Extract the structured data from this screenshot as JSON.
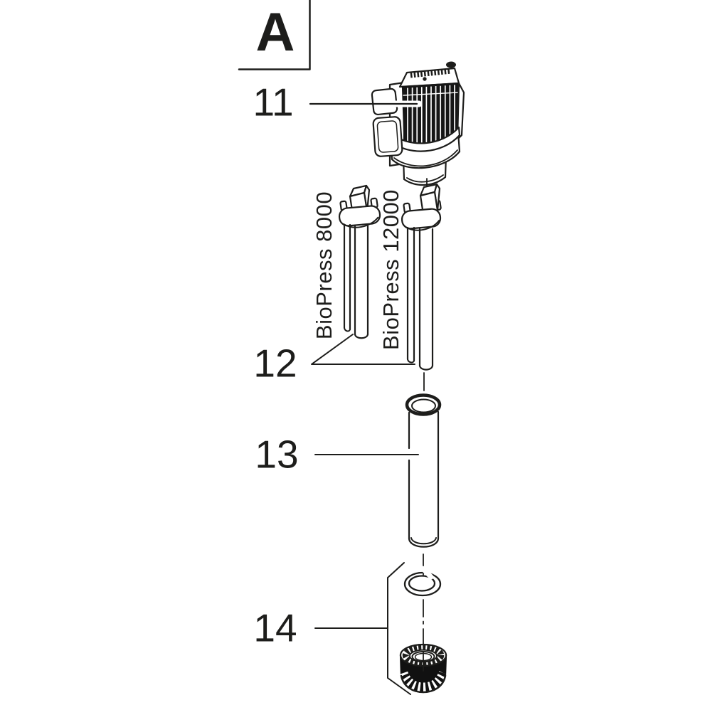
{
  "diagram": {
    "section_label": "A",
    "callouts": [
      {
        "number": "11"
      },
      {
        "number": "12"
      },
      {
        "number": "13"
      },
      {
        "number": "14"
      }
    ],
    "model_labels": {
      "left": "BioPress 8000",
      "right": "BioPress 12000"
    },
    "colors": {
      "line": "#1d1d1b",
      "background": "#ffffff"
    }
  }
}
